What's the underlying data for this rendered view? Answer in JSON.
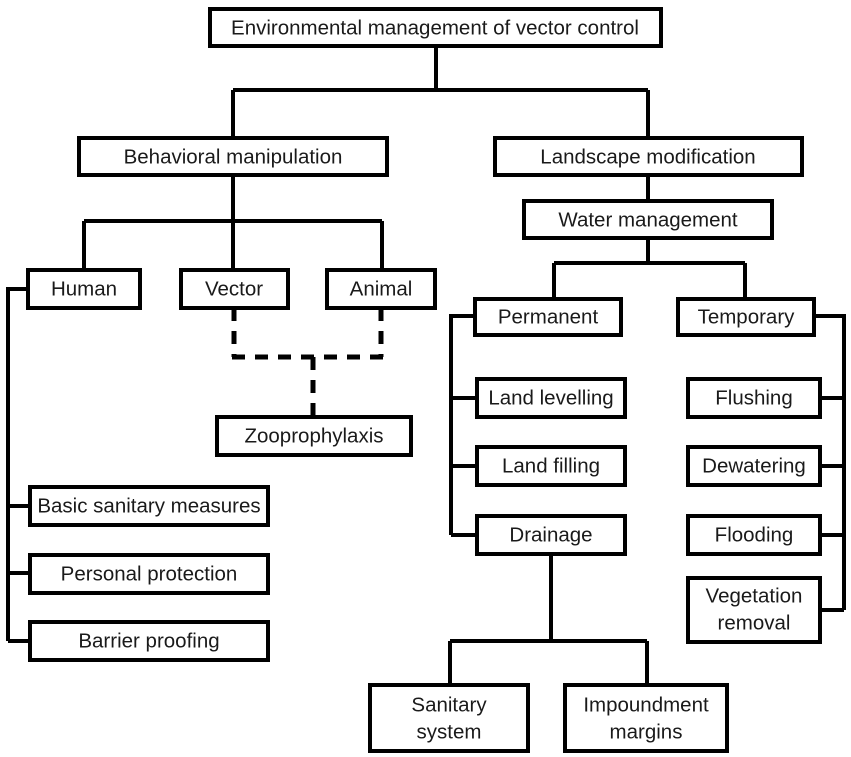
{
  "diagram": {
    "title": "Environmental management of vector control",
    "type": "hierarchy-flowchart",
    "colors": {
      "box_fill": "#ffffff",
      "box_border": "#000000",
      "text": "#1a1a1a",
      "connector": "#000000"
    },
    "nodes": {
      "root": "Environmental management of vector control",
      "behavioral": "Behavioral manipulation",
      "landscape": "Landscape modification",
      "human": "Human",
      "vector": "Vector",
      "animal": "Animal",
      "zooprophylaxis": "Zooprophylaxis",
      "basic_sanitary": "Basic sanitary measures",
      "personal_protection": "Personal protection",
      "barrier_proofing": "Barrier proofing",
      "water_management": "Water management",
      "permanent": "Permanent",
      "temporary": "Temporary",
      "land_levelling": "Land levelling",
      "land_filling": "Land filling",
      "drainage": "Drainage",
      "flushing": "Flushing",
      "dewatering": "Dewatering",
      "flooding": "Flooding",
      "vegetation_removal_line1": "Vegetation",
      "vegetation_removal_line2": "removal",
      "sanitary_system_line1": "Sanitary",
      "sanitary_system_line2": "system",
      "impoundment_margins_line1": "Impoundment",
      "impoundment_margins_line2": "margins"
    }
  }
}
